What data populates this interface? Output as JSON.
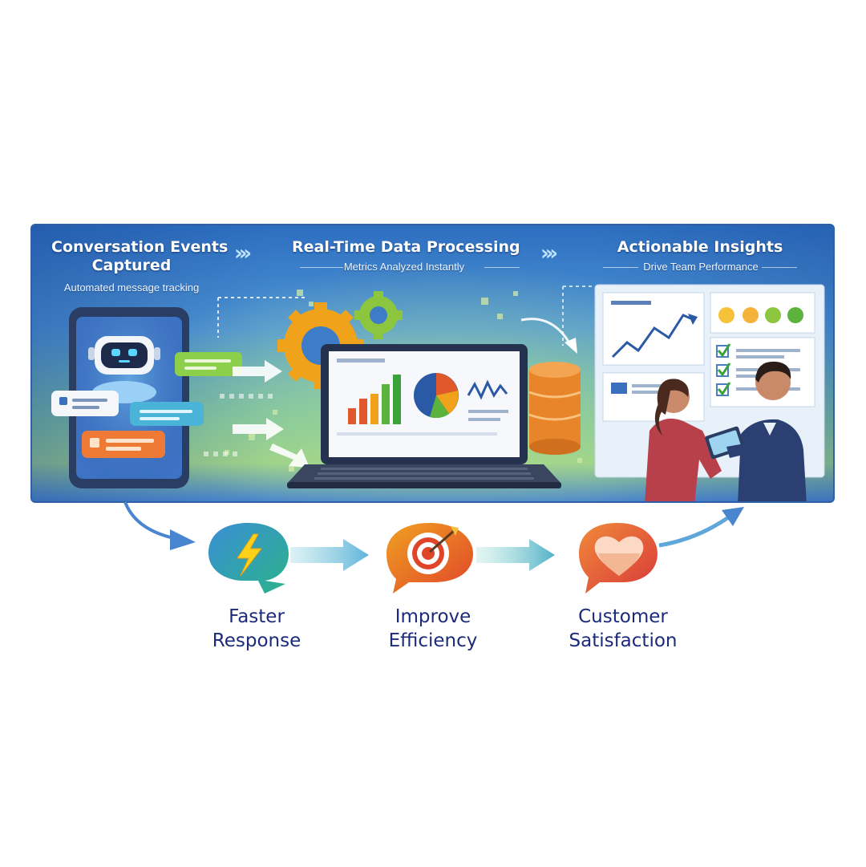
{
  "stages": [
    {
      "title_line1": "Conversation Events",
      "title_line2": "Captured",
      "subtitle": "Automated message tracking"
    },
    {
      "title": "Real-Time Data Processing",
      "subtitle": "Metrics Analyzed Instantly"
    },
    {
      "title": "Actionable Insights",
      "subtitle": "Drive Team Performance"
    }
  ],
  "outcomes": [
    {
      "line1": "Faster",
      "line2": "Response",
      "icon": "lightning-bolt-icon",
      "color": "#1f6fb8"
    },
    {
      "line1": "Improve",
      "line2": "Efficiency",
      "icon": "target-icon",
      "color": "#e0592a"
    },
    {
      "line1": "Customer",
      "line2": "Satisfaction",
      "icon": "heart-icon",
      "color": "#d94a3a"
    }
  ],
  "colors": {
    "banner_blue": "#2d6ec0",
    "banner_green": "#9cd08a",
    "outcome_text": "#1b2a7a"
  }
}
